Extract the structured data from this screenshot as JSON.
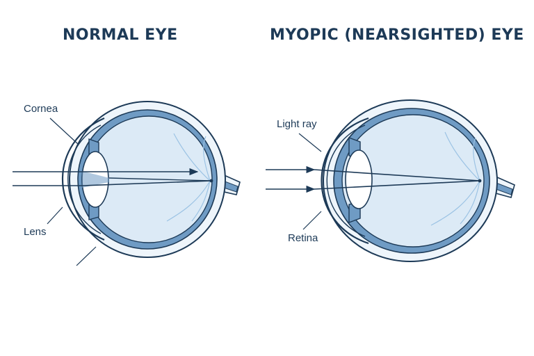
{
  "titles": {
    "left": "NORMAL EYE",
    "right": "MYOPIC (NEARSIGHTED) EYE"
  },
  "labels": {
    "cornea": "Cornea",
    "lens": "Lens",
    "light_ray": "Light ray",
    "retina": "Retina"
  },
  "colors": {
    "outline": "#1d3a57",
    "sclera": "#eef5fb",
    "choroid": "#6f9bc4",
    "vitreous": "#dceaf6",
    "lens": "#ffffff",
    "veins": "#9cc3e4"
  }
}
